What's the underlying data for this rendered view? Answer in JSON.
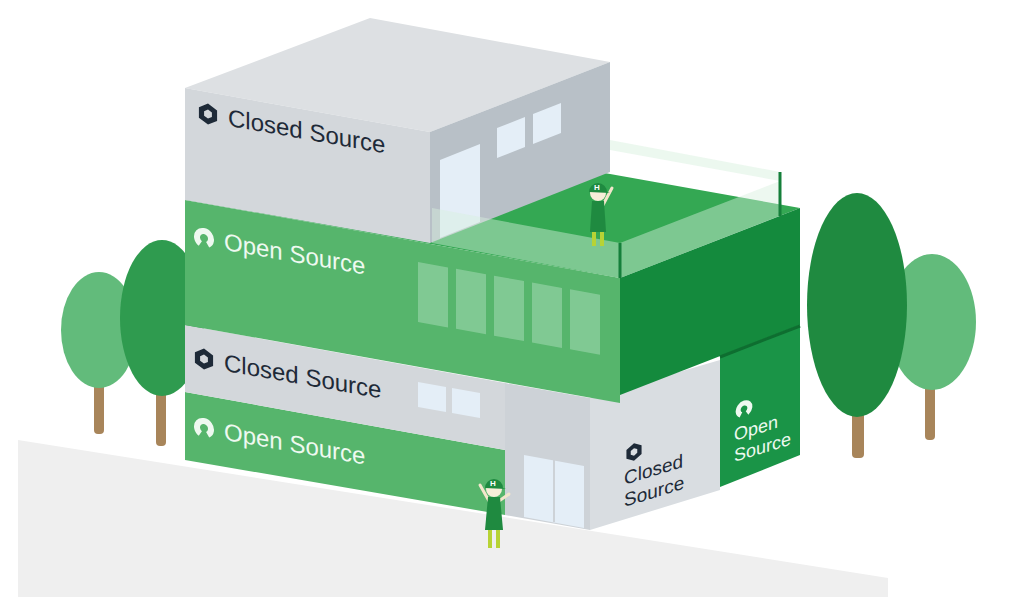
{
  "diagram": {
    "nodes": [
      {
        "text": [
          "Closed Source"
        ]
      },
      {
        "text": [
          "Open Source"
        ]
      },
      {
        "text": [
          "Closed Source"
        ]
      },
      {
        "text": [
          "Open Source"
        ]
      },
      {
        "text": [
          "Closed Source"
        ]
      },
      {
        "text": [
          "Open Source"
        ]
      }
    ],
    "labels": [
      "H",
      "H"
    ]
  }
}
